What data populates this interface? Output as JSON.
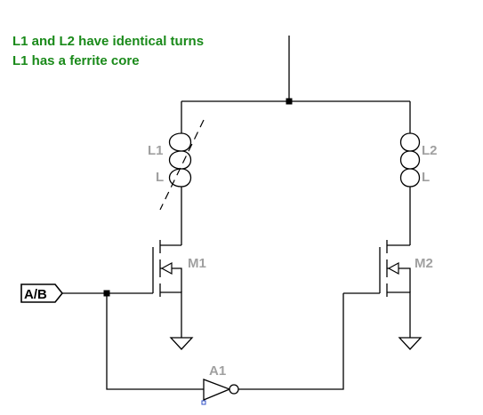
{
  "notes": {
    "line1": "L1 and L2 have identical turns",
    "line2": "L1 has a ferrite core"
  },
  "components": {
    "L1": {
      "ref": "L1",
      "value": "L"
    },
    "L2": {
      "ref": "L2",
      "value": "L"
    },
    "M1": {
      "ref": "M1"
    },
    "M2": {
      "ref": "M2"
    },
    "A1": {
      "ref": "A1"
    },
    "input": {
      "label": "A/B"
    }
  },
  "colors": {
    "note_text": "#1a8a1a",
    "component_label": "#a0a0a0",
    "wire": "#000000",
    "pin_marker": "#3050c8"
  }
}
